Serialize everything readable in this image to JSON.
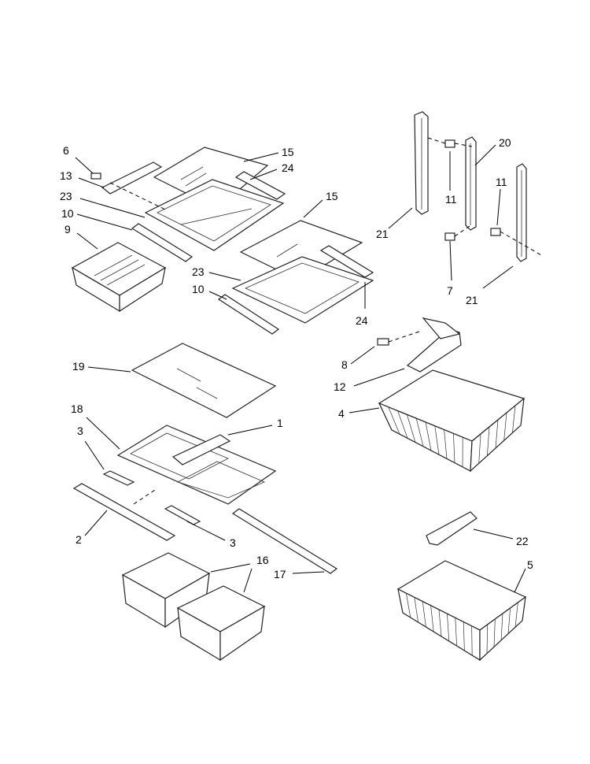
{
  "diagram": {
    "callouts": [
      {
        "id": "c6",
        "text": "6"
      },
      {
        "id": "c13",
        "text": "13"
      },
      {
        "id": "c23a",
        "text": "23"
      },
      {
        "id": "c10a",
        "text": "10"
      },
      {
        "id": "c9",
        "text": "9"
      },
      {
        "id": "c15a",
        "text": "15"
      },
      {
        "id": "c24a",
        "text": "24"
      },
      {
        "id": "c15b",
        "text": "15"
      },
      {
        "id": "c23b",
        "text": "23"
      },
      {
        "id": "c10b",
        "text": "10"
      },
      {
        "id": "c24b",
        "text": "24"
      },
      {
        "id": "c20",
        "text": "20"
      },
      {
        "id": "c11a",
        "text": "11"
      },
      {
        "id": "c11b",
        "text": "11"
      },
      {
        "id": "c21a",
        "text": "21"
      },
      {
        "id": "c7",
        "text": "7"
      },
      {
        "id": "c21b",
        "text": "21"
      },
      {
        "id": "c8",
        "text": "8"
      },
      {
        "id": "c12",
        "text": "12"
      },
      {
        "id": "c4",
        "text": "4"
      },
      {
        "id": "c19",
        "text": "19"
      },
      {
        "id": "c18",
        "text": "18"
      },
      {
        "id": "c1",
        "text": "1"
      },
      {
        "id": "c3a",
        "text": "3"
      },
      {
        "id": "c2",
        "text": "2"
      },
      {
        "id": "c3b",
        "text": "3"
      },
      {
        "id": "c16",
        "text": "16"
      },
      {
        "id": "c17",
        "text": "17"
      },
      {
        "id": "c22",
        "text": "22"
      },
      {
        "id": "c5",
        "text": "5"
      }
    ]
  }
}
